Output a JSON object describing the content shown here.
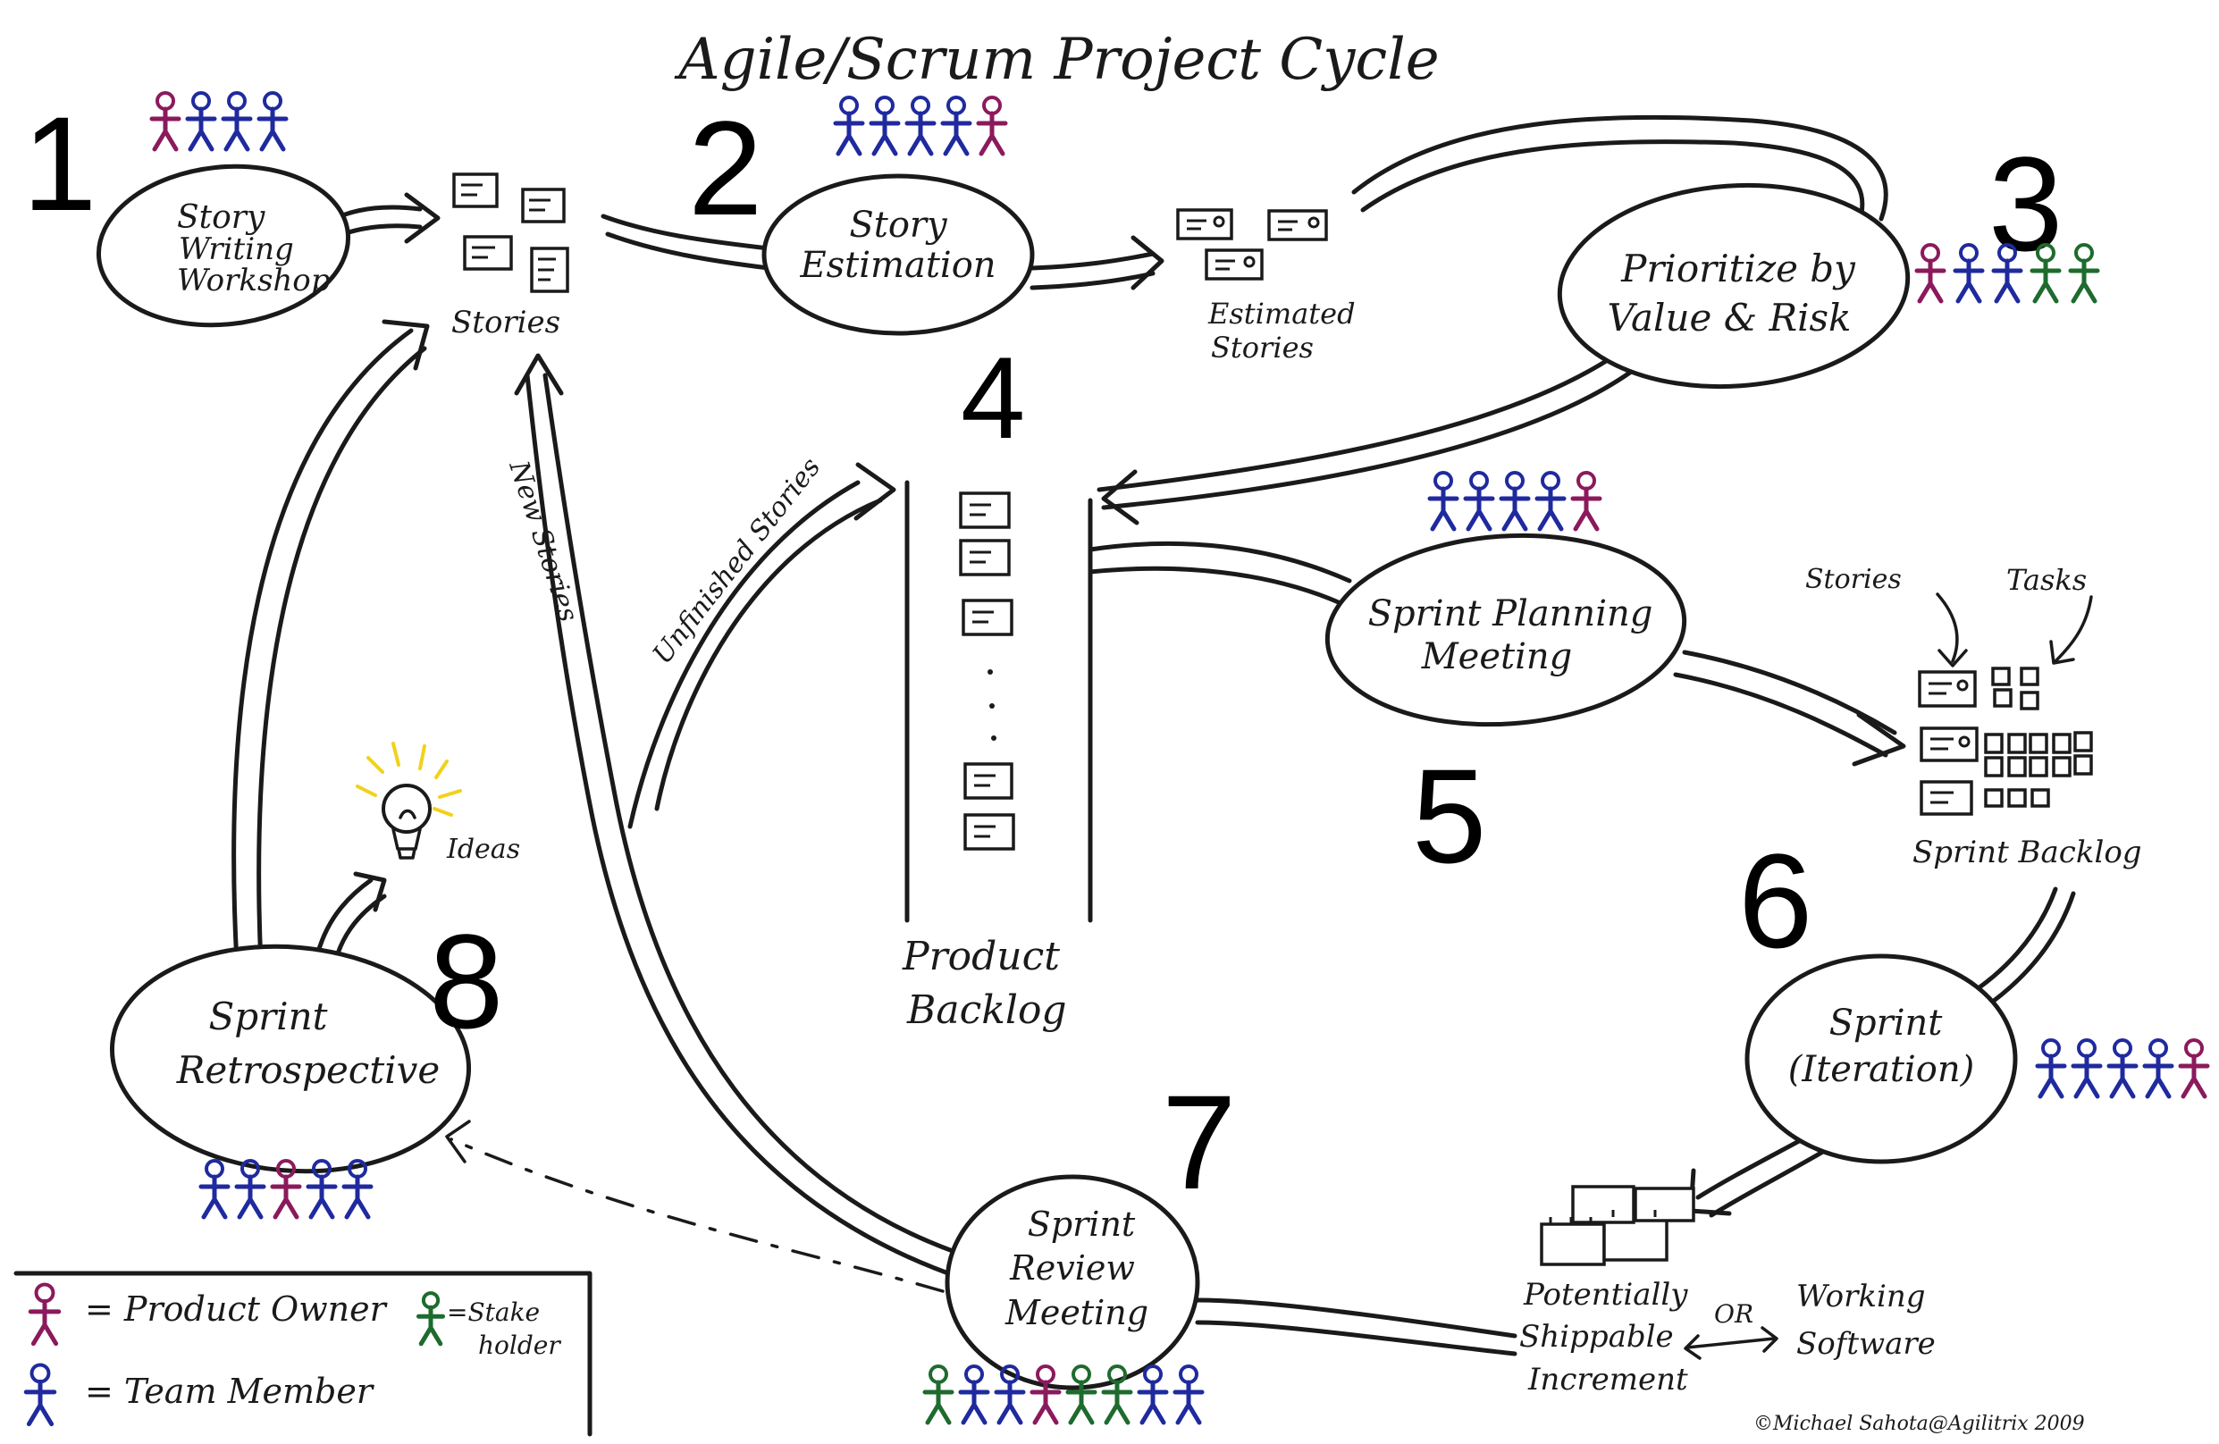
{
  "title": "Agile/Scrum Project Cycle",
  "step_numbers": [
    "1",
    "2",
    "3",
    "4",
    "5",
    "6",
    "7",
    "8"
  ],
  "nodes": {
    "story_writing": [
      "Story",
      "Writing",
      "Workshop"
    ],
    "story_estimation": [
      "Story",
      "Estimation"
    ],
    "prioritize": [
      "Prioritize by",
      "Value & Risk"
    ],
    "sprint_planning": [
      "Sprint Planning",
      "Meeting"
    ],
    "sprint": [
      "Sprint",
      "(Iteration)"
    ],
    "sprint_review": [
      "Sprint",
      "Review",
      "Meeting"
    ],
    "sprint_retrospective": [
      "Sprint",
      "Retrospective"
    ]
  },
  "labels": {
    "stories": "Stories",
    "estimated_stories": [
      "Estimated",
      "Stories"
    ],
    "product_backlog": [
      "Product",
      "Backlog"
    ],
    "sprint_backlog": "Sprint Backlog",
    "sb_stories": "Stories",
    "sb_tasks": "Tasks",
    "ideas": "Ideas",
    "new_stories": "New Stories",
    "unfinished_stories": "Unfinished Stories",
    "potentially_shippable": [
      "Potentially",
      "Shippable",
      "Increment"
    ],
    "or": "OR",
    "working_software": [
      "Working",
      "Software"
    ]
  },
  "legend": {
    "product_owner": "= Product Owner",
    "team_member": "= Team Member",
    "stake_holder": [
      "=Stake",
      "holder"
    ]
  },
  "copyright": "©Michael Sahota@Agilitrix 2009",
  "colors": {
    "ink": "#1a1a1a",
    "product_owner": "#8b1a5c",
    "team_member": "#1f2a9e",
    "stake_holder": "#1e6b2e",
    "bulb": "#f2d11a"
  },
  "people_groups": {
    "step1": [
      "product_owner",
      "team_member",
      "team_member",
      "team_member"
    ],
    "step2": [
      "team_member",
      "team_member",
      "team_member",
      "team_member",
      "product_owner"
    ],
    "step3": [
      "product_owner",
      "team_member",
      "team_member",
      "stake_holder",
      "stake_holder"
    ],
    "step5": [
      "team_member",
      "team_member",
      "team_member",
      "team_member",
      "product_owner"
    ],
    "step6": [
      "team_member",
      "team_member",
      "team_member",
      "team_member",
      "product_owner"
    ],
    "step7": [
      "stake_holder",
      "team_member",
      "team_member",
      "product_owner",
      "stake_holder",
      "stake_holder",
      "team_member",
      "team_member"
    ],
    "step8": [
      "team_member",
      "team_member",
      "product_owner",
      "team_member",
      "team_member"
    ]
  }
}
